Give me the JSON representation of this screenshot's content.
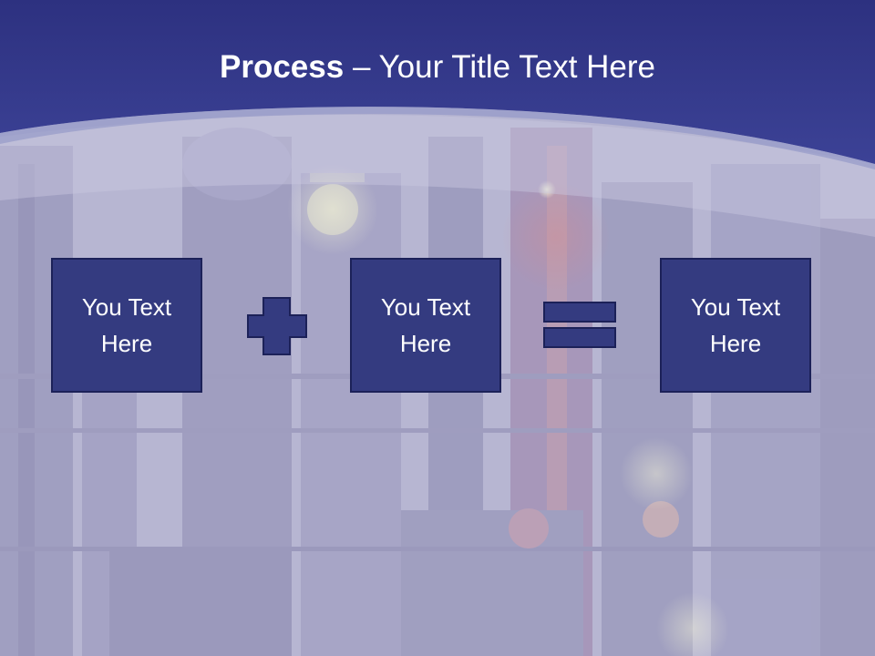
{
  "slide": {
    "title_bold": "Process",
    "title_rest": " – Your Title Text Here"
  },
  "process": {
    "boxes": [
      {
        "label": "You Text Here"
      },
      {
        "label": "You Text Here"
      },
      {
        "label": "You Text Here"
      }
    ],
    "operators": [
      "plus-icon",
      "equals-icon"
    ]
  },
  "colors": {
    "header_blue": "#3a3f92",
    "box_fill": "#343b80",
    "box_border": "#1c2158",
    "operator_fill": "#343b80",
    "text": "#ffffff"
  }
}
